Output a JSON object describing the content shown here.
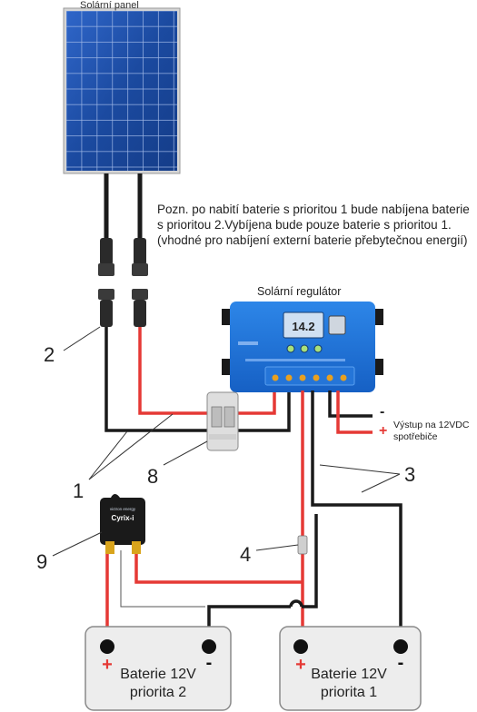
{
  "labels": {
    "solar_panel": "Solární panel",
    "note": "Pozn. po nabití baterie s prioritou 1 bude nabíjena baterie s prioritou 2.Vybíjena bude pouze baterie s prioritou 1. (vhodné pro nabíjení externí baterie přebytečnou energií)",
    "regulator": "Solární regulátor",
    "output_minus": "-",
    "output_plus": "+",
    "output_line1": "Výstup na 12VDC",
    "output_line2": "spotřebiče",
    "regulator_display": "14.2",
    "cyrix_brand": "victron energy",
    "cyrix_name": "Cyrix-i"
  },
  "callouts": {
    "n1": "1",
    "n2": "2",
    "n3": "3",
    "n4": "4",
    "n8": "8",
    "n9": "9"
  },
  "batteries": [
    {
      "line1": "Baterie 12V",
      "line2": "priorita 2",
      "plus": "+",
      "minus": "-"
    },
    {
      "line1": "Baterie 12V",
      "line2": "priorita 1",
      "plus": "+",
      "minus": "-"
    }
  ],
  "colors": {
    "positive_wire": "#e53935",
    "negative_wire": "#1a1a1a",
    "regulator_blue": "#1f6fd1",
    "panel_blue": "#1b4fa8",
    "battery_fill": "#ededed"
  }
}
